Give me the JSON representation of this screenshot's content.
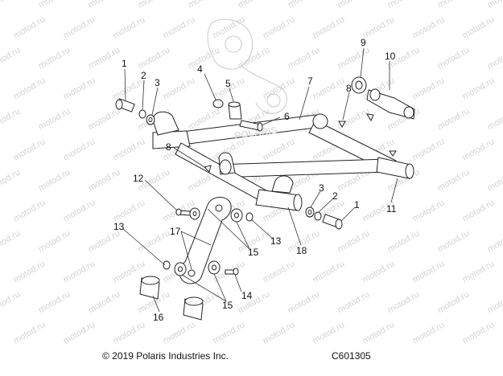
{
  "watermark_text": "motod.ru",
  "copyright": "© 2019 Polaris Industries Inc.",
  "diagram_code": "C601305",
  "frame_logo": "POLARIS",
  "callouts": [
    "1",
    "2",
    "3",
    "4",
    "5",
    "6",
    "7",
    "8",
    "9",
    "10",
    "8",
    "11",
    "12",
    "3",
    "2",
    "1",
    "13",
    "17",
    "15",
    "13",
    "18",
    "13",
    "14",
    "15",
    "16"
  ],
  "colors": {
    "line": "#222222",
    "part_fill": "#f2f2f2",
    "watermark": "#d4d4d4",
    "ghost": "#c8c8c8"
  }
}
